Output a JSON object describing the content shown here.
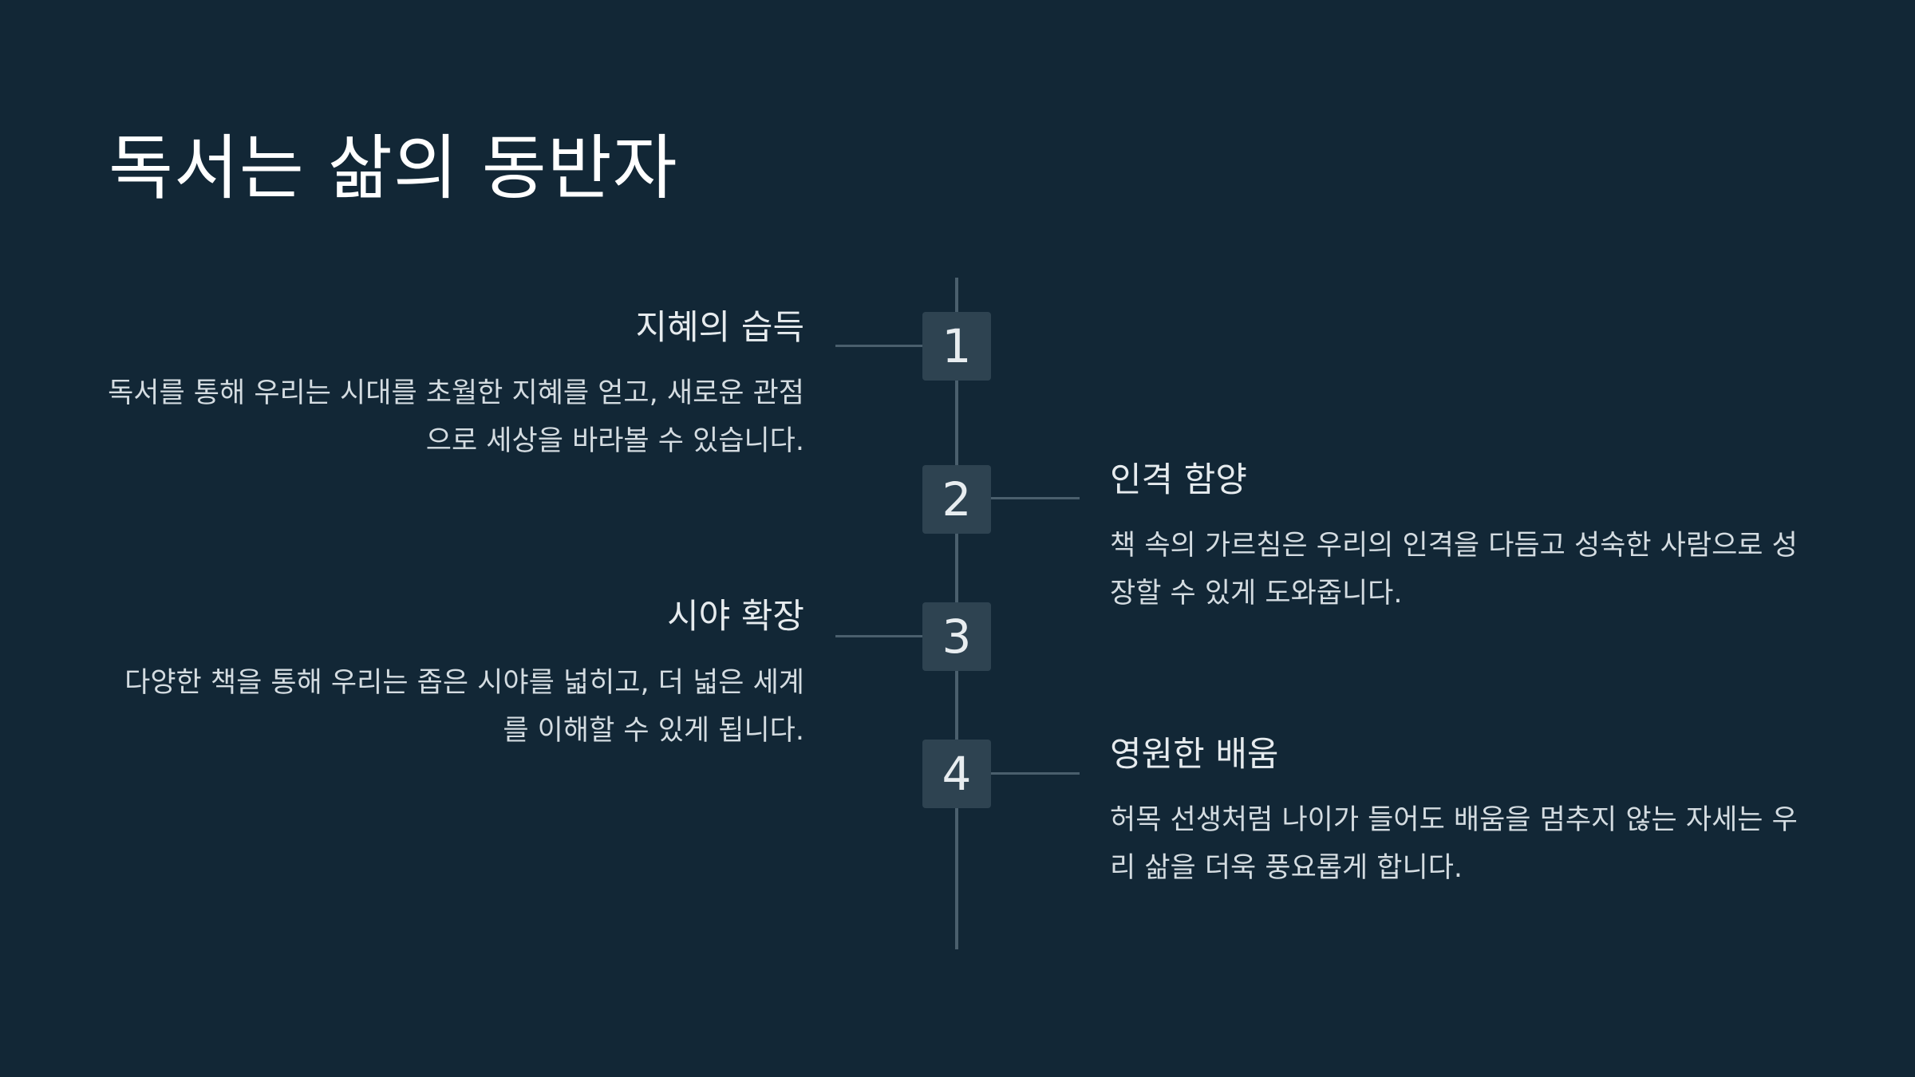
{
  "slide": {
    "title": "독서는 삶의 동반자"
  },
  "timeline": {
    "items": [
      {
        "number": "1",
        "heading": "지혜의 습득",
        "body": "독서를 통해 우리는 시대를 초월한 지혜를 얻고, 새로운 관점으로 세상을 바라볼 수 있습니다."
      },
      {
        "number": "2",
        "heading": "인격 함양",
        "body": "책 속의 가르침은 우리의 인격을 다듬고 성숙한 사람으로 성장할 수 있게 도와줍니다."
      },
      {
        "number": "3",
        "heading": "시야 확장",
        "body": "다양한 책을 통해 우리는 좁은 시야를 넓히고, 더 넓은 세계를 이해할 수 있게 됩니다."
      },
      {
        "number": "4",
        "heading": "영원한 배움",
        "body": "허목 선생처럼 나이가 들어도 배움을 멈추지 않는 자세는 우리 삶을 더욱 풍요롭게 합니다."
      }
    ]
  },
  "colors": {
    "background": "#122736",
    "badge": "#2e4351",
    "line": "#4a5f6d",
    "text": "#ffffff"
  }
}
